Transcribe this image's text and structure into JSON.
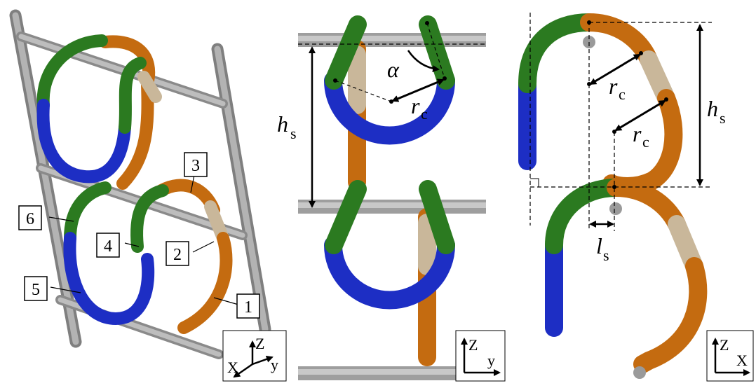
{
  "colors": {
    "orange": "#c46b10",
    "tan": "#c9b79a",
    "green": "#2b7a20",
    "blue": "#1d2ec4",
    "rail": "#a9a9a9",
    "rail_dark": "#7f7f7f",
    "black": "#000000"
  },
  "panel_left": {
    "callouts": [
      "1",
      "2",
      "3",
      "4",
      "5",
      "6"
    ],
    "axes": {
      "z": "Z",
      "y": "y",
      "x": "X"
    }
  },
  "panel_middle": {
    "alpha": "α",
    "h": "h",
    "h_sub": "s",
    "r": "r",
    "r_sub": "c",
    "axes": {
      "z": "Z",
      "y": "y"
    }
  },
  "panel_right": {
    "h": "h",
    "h_sub": "s",
    "r1": "r",
    "r1_sub": "c",
    "r2": "r",
    "r2_sub": "c",
    "l": "l",
    "l_sub": "s",
    "axes": {
      "z": "Z",
      "x": "X"
    }
  }
}
